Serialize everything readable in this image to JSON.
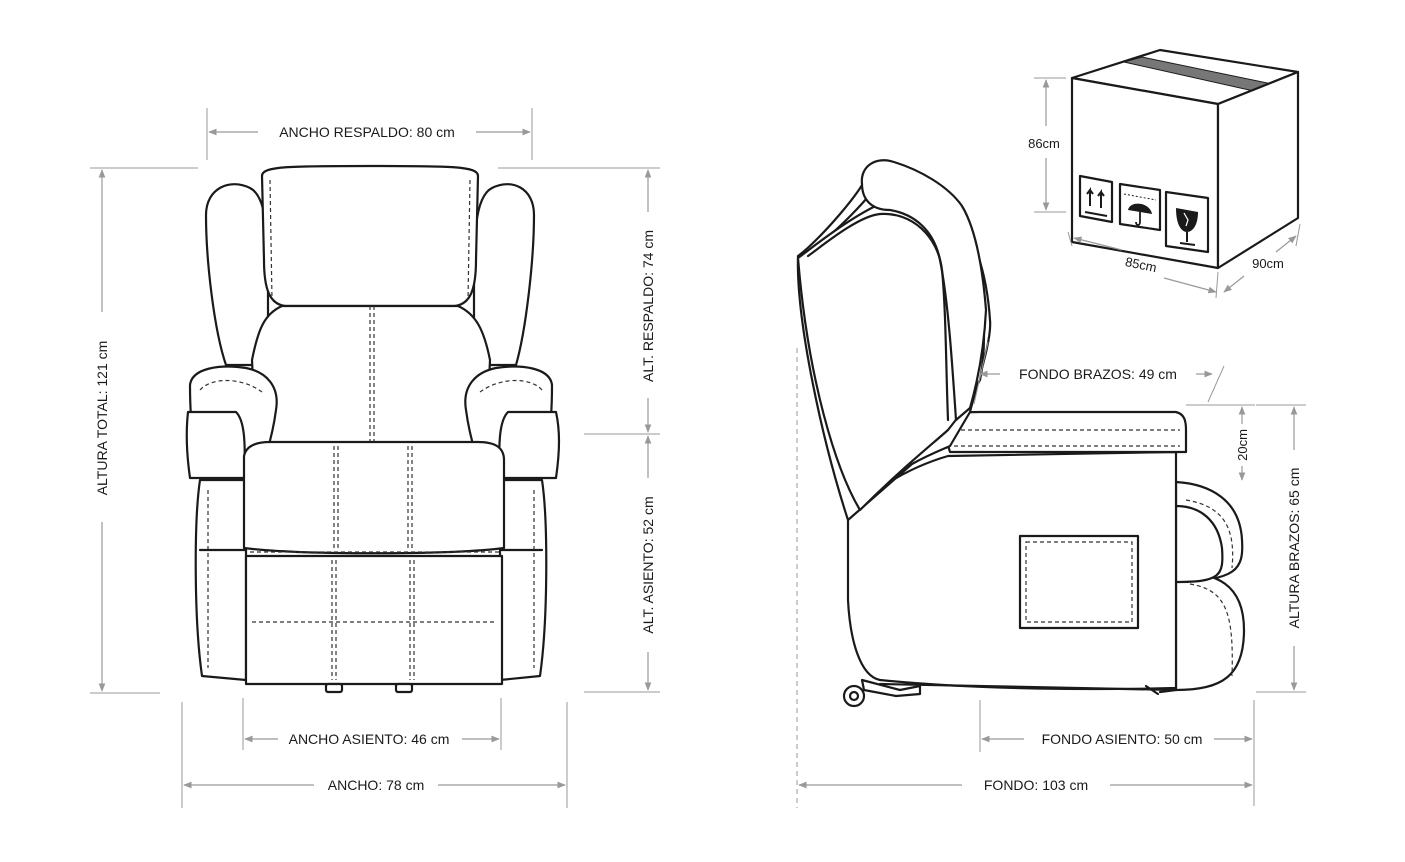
{
  "front_view": {
    "ancho_respaldo": "ANCHO RESPALDO: 80 cm",
    "altura_total": "ALTURA TOTAL: 121 cm",
    "alt_respaldo": "ALT. RESPALDO: 74 cm",
    "alt_asiento": "ALT. ASIENTO: 52 cm",
    "ancho_asiento": "ANCHO ASIENTO: 46 cm",
    "ancho": "ANCHO: 78 cm"
  },
  "side_view": {
    "fondo_brazos": "FONDO BRAZOS: 49 cm",
    "altura_brazos": "ALTURA BRAZOS: 65 cm",
    "alto_brazo": "20cm",
    "fondo_asiento": "FONDO ASIENTO: 50 cm",
    "fondo": "FONDO: 103 cm"
  },
  "box": {
    "height": "86cm",
    "width": "85cm",
    "depth": "90cm",
    "icons": [
      "this-side-up-icon",
      "keep-dry-icon",
      "fragile-icon"
    ]
  },
  "colors": {
    "line": "#1a1a1a",
    "dimension": "#999999"
  }
}
